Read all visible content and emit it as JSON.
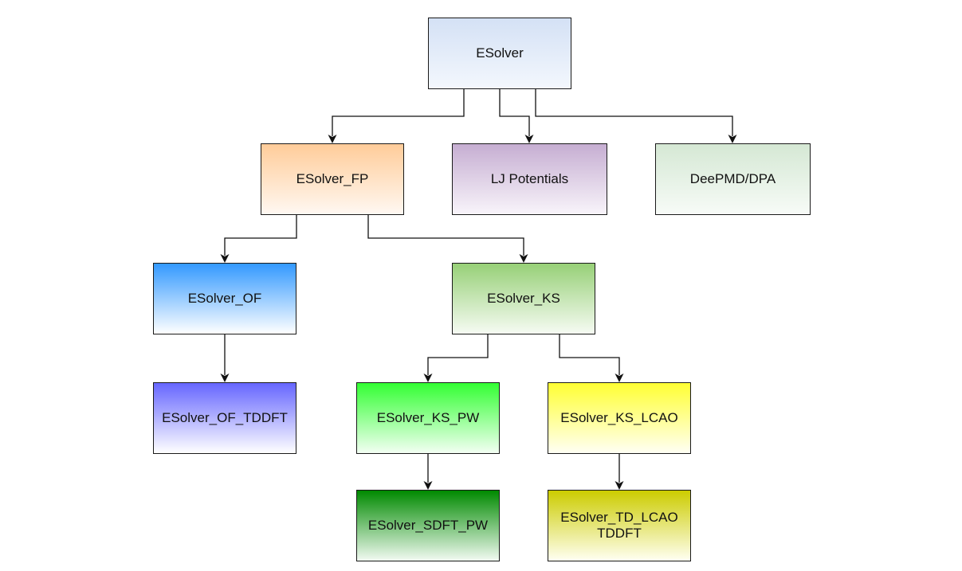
{
  "nodes": [
    {
      "id": "esolver",
      "label": "ESolver",
      "colors": [
        "#d4e1f5",
        "#f3f7fd"
      ]
    },
    {
      "id": "esolver-fp",
      "label": "ESolver_FP",
      "colors": [
        "#ffcc99",
        "#fff8f2"
      ]
    },
    {
      "id": "lj-potentials",
      "label": "LJ Potentials",
      "colors": [
        "#c6aed2",
        "#f8f4fa"
      ]
    },
    {
      "id": "deepmd-dpa",
      "label": "DeePMD/DPA",
      "colors": [
        "#d5e8d4",
        "#f7fbf7"
      ]
    },
    {
      "id": "esolver-of",
      "label": "ESolver_OF",
      "colors": [
        "#3399ff",
        "#ffffff"
      ]
    },
    {
      "id": "esolver-ks",
      "label": "ESolver_KS",
      "colors": [
        "#97d077",
        "#f6fbf3"
      ]
    },
    {
      "id": "esolver-of-tddft",
      "label": "ESolver_OF_TDDFT",
      "colors": [
        "#6666ff",
        "#ffffff"
      ]
    },
    {
      "id": "esolver-ks-pw",
      "label": "ESolver_KS_PW",
      "colors": [
        "#33ff33",
        "#f3fff3"
      ]
    },
    {
      "id": "esolver-ks-lcao",
      "label": "ESolver_KS_LCAO",
      "colors": [
        "#ffff33",
        "#fffff4"
      ]
    },
    {
      "id": "esolver-sdft-pw",
      "label": "ESolver_SDFT_PW",
      "colors": [
        "#008a00",
        "#f2faf2"
      ]
    },
    {
      "id": "esolver-td-lcao",
      "label": "ESolver_TD_LCAO\nTDDFT",
      "colors": [
        "#cccc00",
        "#fffff2"
      ]
    }
  ],
  "edges": [
    {
      "from": "esolver",
      "to": "esolver-fp"
    },
    {
      "from": "esolver",
      "to": "lj-potentials"
    },
    {
      "from": "esolver",
      "to": "deepmd-dpa"
    },
    {
      "from": "esolver-fp",
      "to": "esolver-of"
    },
    {
      "from": "esolver-fp",
      "to": "esolver-ks"
    },
    {
      "from": "esolver-of",
      "to": "esolver-of-tddft"
    },
    {
      "from": "esolver-ks",
      "to": "esolver-ks-pw"
    },
    {
      "from": "esolver-ks",
      "to": "esolver-ks-lcao"
    },
    {
      "from": "esolver-ks-pw",
      "to": "esolver-sdft-pw"
    },
    {
      "from": "esolver-ks-lcao",
      "to": "esolver-td-lcao"
    }
  ]
}
